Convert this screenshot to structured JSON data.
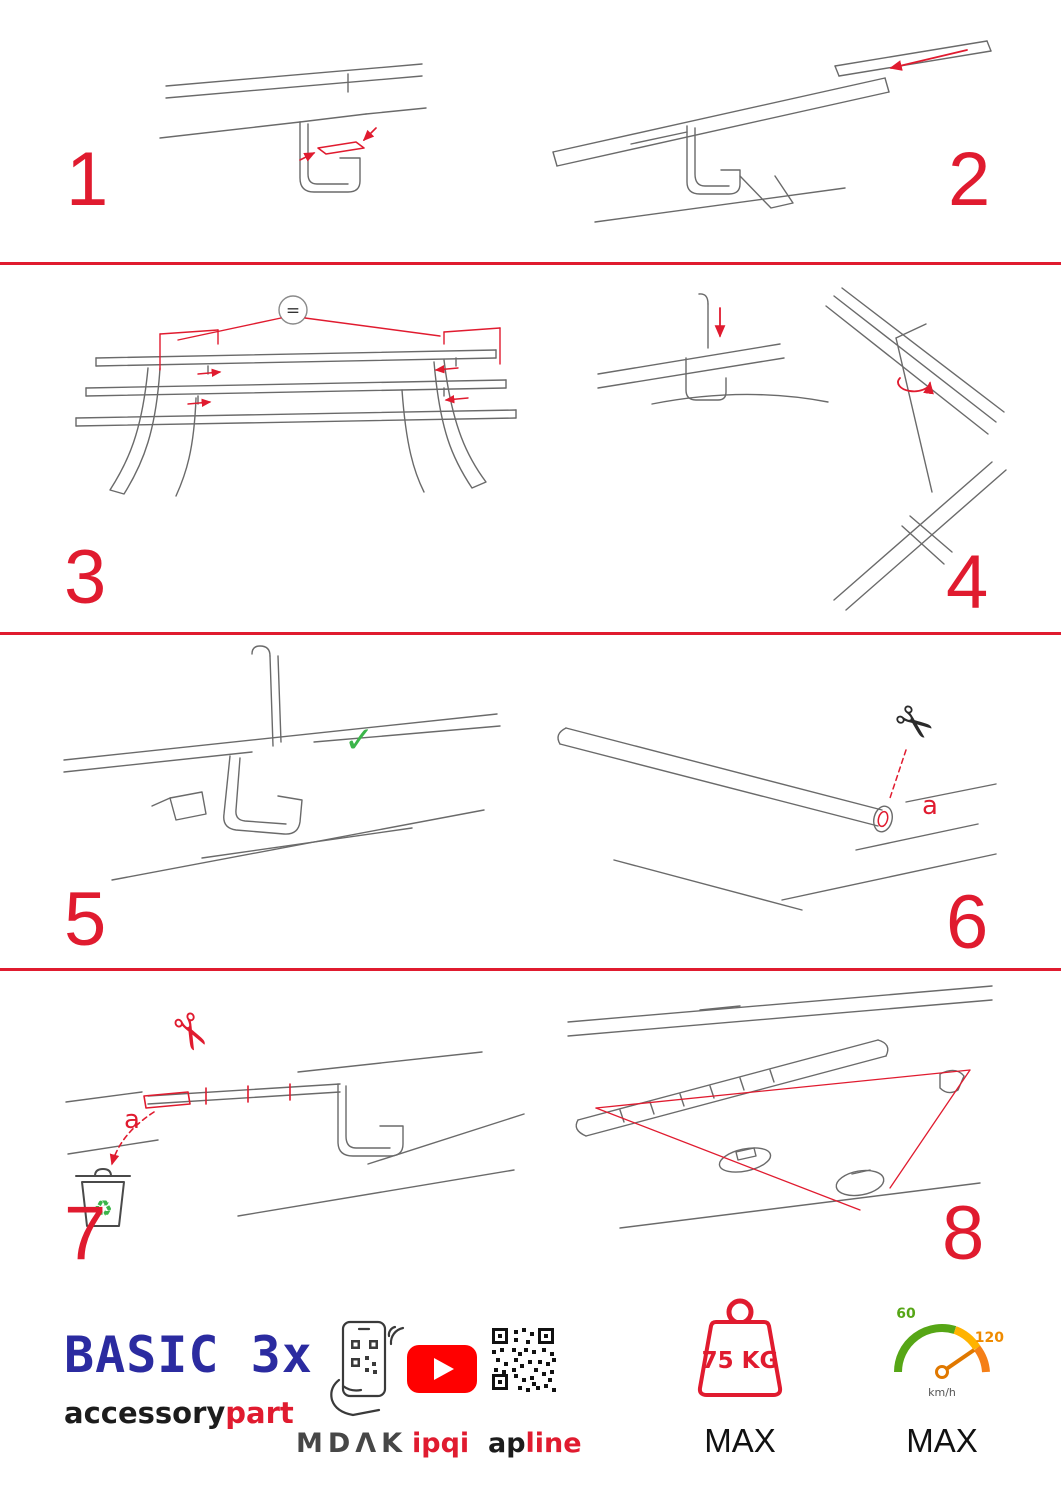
{
  "accent_color": "#e01b2f",
  "steps": [
    {
      "number": "1"
    },
    {
      "number": "2"
    },
    {
      "number": "3"
    },
    {
      "number": "4"
    },
    {
      "number": "5"
    },
    {
      "number": "6"
    },
    {
      "number": "7"
    },
    {
      "number": "8"
    }
  ],
  "annotations": {
    "equal": "=",
    "a": "a"
  },
  "icons": {
    "scissors": "✂",
    "recycle": "♻",
    "check": "✓"
  },
  "footer": {
    "product_name": "BASIC 3x",
    "brand_black": "accessory",
    "brand_red": "part",
    "phone_label": "MDΛK",
    "youtube_label": "ipqi",
    "qr_label_black": "ap",
    "qr_label_red": "line",
    "weight_value": "75 KG",
    "weight_max_label": "MAX",
    "speed_low": "60",
    "speed_high": "120",
    "speed_unit": "km/h",
    "speed_max_label": "MAX"
  }
}
